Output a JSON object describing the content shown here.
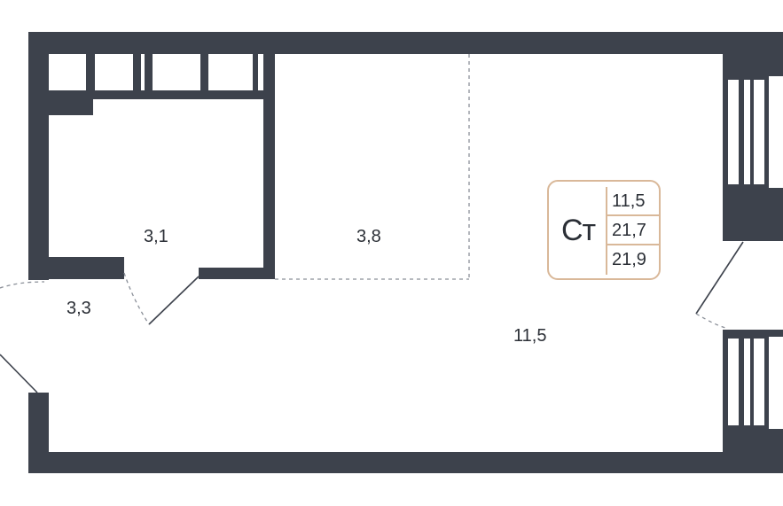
{
  "plan": {
    "rooms": [
      {
        "id": "wardrobe",
        "area": "3,1"
      },
      {
        "id": "kitchen",
        "area": "3,8"
      },
      {
        "id": "hall",
        "area": "3,3"
      },
      {
        "id": "living",
        "area": "11,5"
      }
    ],
    "badge": {
      "type": "Ст",
      "values": [
        "11,5",
        "21,7",
        "21,9"
      ]
    }
  },
  "colors": {
    "wall": "#3d424c",
    "badge_border": "#d9b899",
    "text": "#2b2f36"
  }
}
